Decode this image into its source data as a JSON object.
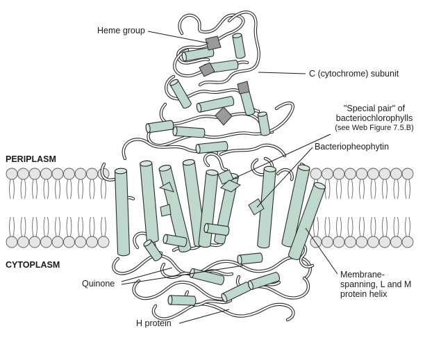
{
  "labels": {
    "heme_group": "Heme group",
    "cytochrome_subunit": "C (cytochrome) subunit",
    "special_pair_line1": "\"Special pair\" of",
    "special_pair_line2": "bacteriochlorophylls",
    "special_pair_line3": "(see Web Figure 7.5.B)",
    "bacteriopheophytin": "Bacteriopheophytin",
    "periplasm": "PERIPLASM",
    "cytoplasm": "CYTOPLASM",
    "quinone": "Quinone",
    "membrane_line1": "Membrane-",
    "membrane_line2": "spanning, L and M",
    "membrane_line3": "protein helix",
    "h_protein": "H protein"
  },
  "colors": {
    "helix_fill": "#bfd8cd",
    "heme_fill": "#9a9a9a",
    "membrane_head": "#e6e6e6",
    "outline": "#2a2a2a"
  }
}
